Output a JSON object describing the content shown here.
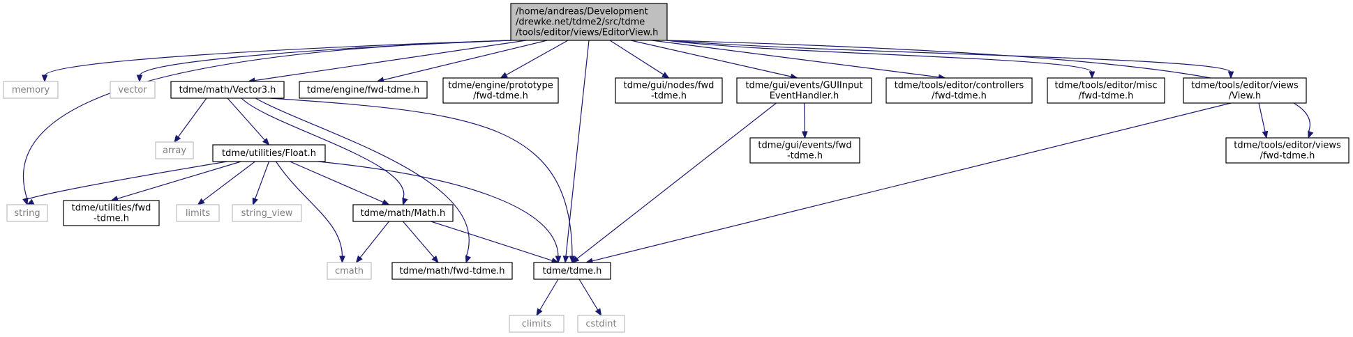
{
  "colors": {
    "edge": "#191970",
    "root_fill": "#bfbfbf",
    "internal_border": "#000000",
    "system_border": "#bfbfbf",
    "system_text": "#7f7f7f",
    "text": "#000000"
  },
  "nodes": [
    {
      "id": "root",
      "lines": [
        "/home/andreas/Development",
        "/drewke.net/tdme2/src/tdme",
        "/tools/editor/views/EditorView.h"
      ],
      "kind": "root"
    },
    {
      "id": "memory",
      "lines": [
        "memory"
      ],
      "kind": "system"
    },
    {
      "id": "vector",
      "lines": [
        "vector"
      ],
      "kind": "system"
    },
    {
      "id": "vector3",
      "lines": [
        "tdme/math/Vector3.h"
      ],
      "kind": "internal"
    },
    {
      "id": "engine_fwd",
      "lines": [
        "tdme/engine/fwd-tdme.h"
      ],
      "kind": "internal"
    },
    {
      "id": "prototype_fwd",
      "lines": [
        "tdme/engine/prototype",
        "/fwd-tdme.h"
      ],
      "kind": "internal"
    },
    {
      "id": "gui_nodes_fwd",
      "lines": [
        "tdme/gui/nodes/fwd",
        "-tdme.h"
      ],
      "kind": "internal"
    },
    {
      "id": "gui_input",
      "lines": [
        "tdme/gui/events/GUIInput",
        "EventHandler.h"
      ],
      "kind": "internal"
    },
    {
      "id": "controllers_fwd",
      "lines": [
        "tdme/tools/editor/controllers",
        "/fwd-tdme.h"
      ],
      "kind": "internal"
    },
    {
      "id": "misc_fwd",
      "lines": [
        "tdme/tools/editor/misc",
        "/fwd-tdme.h"
      ],
      "kind": "internal"
    },
    {
      "id": "view_h",
      "lines": [
        "tdme/tools/editor/views",
        "/View.h"
      ],
      "kind": "internal"
    },
    {
      "id": "views_fwd",
      "lines": [
        "tdme/tools/editor/views",
        "/fwd-tdme.h"
      ],
      "kind": "internal"
    },
    {
      "id": "array",
      "lines": [
        "array"
      ],
      "kind": "system"
    },
    {
      "id": "float_h",
      "lines": [
        "tdme/utilities/Float.h"
      ],
      "kind": "internal"
    },
    {
      "id": "events_fwd",
      "lines": [
        "tdme/gui/events/fwd",
        "-tdme.h"
      ],
      "kind": "internal"
    },
    {
      "id": "string",
      "lines": [
        "string"
      ],
      "kind": "system"
    },
    {
      "id": "utilities_fwd",
      "lines": [
        "tdme/utilities/fwd",
        "-tdme.h"
      ],
      "kind": "internal"
    },
    {
      "id": "limits",
      "lines": [
        "limits"
      ],
      "kind": "system"
    },
    {
      "id": "string_view",
      "lines": [
        "string_view"
      ],
      "kind": "system"
    },
    {
      "id": "math_h",
      "lines": [
        "tdme/math/Math.h"
      ],
      "kind": "internal"
    },
    {
      "id": "cmath",
      "lines": [
        "cmath"
      ],
      "kind": "system"
    },
    {
      "id": "math_fwd",
      "lines": [
        "tdme/math/fwd-tdme.h"
      ],
      "kind": "internal"
    },
    {
      "id": "tdme_h",
      "lines": [
        "tdme/tdme.h"
      ],
      "kind": "internal"
    },
    {
      "id": "climits",
      "lines": [
        "climits"
      ],
      "kind": "system"
    },
    {
      "id": "cstdint",
      "lines": [
        "cstdint"
      ],
      "kind": "system"
    }
  ],
  "edges": [
    {
      "from": "root",
      "to": "memory"
    },
    {
      "from": "root",
      "to": "vector"
    },
    {
      "from": "root",
      "to": "string"
    },
    {
      "from": "root",
      "to": "vector3"
    },
    {
      "from": "root",
      "to": "engine_fwd"
    },
    {
      "from": "root",
      "to": "prototype_fwd"
    },
    {
      "from": "root",
      "to": "tdme_h"
    },
    {
      "from": "root",
      "to": "gui_nodes_fwd"
    },
    {
      "from": "root",
      "to": "gui_input"
    },
    {
      "from": "root",
      "to": "controllers_fwd"
    },
    {
      "from": "root",
      "to": "misc_fwd"
    },
    {
      "from": "root",
      "to": "view_h"
    },
    {
      "from": "root",
      "to": "views_fwd"
    },
    {
      "from": "vector3",
      "to": "array"
    },
    {
      "from": "vector3",
      "to": "float_h"
    },
    {
      "from": "vector3",
      "to": "math_h"
    },
    {
      "from": "vector3",
      "to": "math_fwd"
    },
    {
      "from": "vector3",
      "to": "tdme_h"
    },
    {
      "from": "float_h",
      "to": "string"
    },
    {
      "from": "float_h",
      "to": "utilities_fwd"
    },
    {
      "from": "float_h",
      "to": "limits"
    },
    {
      "from": "float_h",
      "to": "string_view"
    },
    {
      "from": "float_h",
      "to": "cmath"
    },
    {
      "from": "float_h",
      "to": "math_h"
    },
    {
      "from": "float_h",
      "to": "tdme_h"
    },
    {
      "from": "math_h",
      "to": "cmath"
    },
    {
      "from": "math_h",
      "to": "math_fwd"
    },
    {
      "from": "math_h",
      "to": "tdme_h"
    },
    {
      "from": "gui_input",
      "to": "events_fwd"
    },
    {
      "from": "gui_input",
      "to": "tdme_h"
    },
    {
      "from": "view_h",
      "to": "views_fwd"
    },
    {
      "from": "view_h",
      "to": "tdme_h"
    },
    {
      "from": "tdme_h",
      "to": "climits"
    },
    {
      "from": "tdme_h",
      "to": "cstdint"
    }
  ]
}
